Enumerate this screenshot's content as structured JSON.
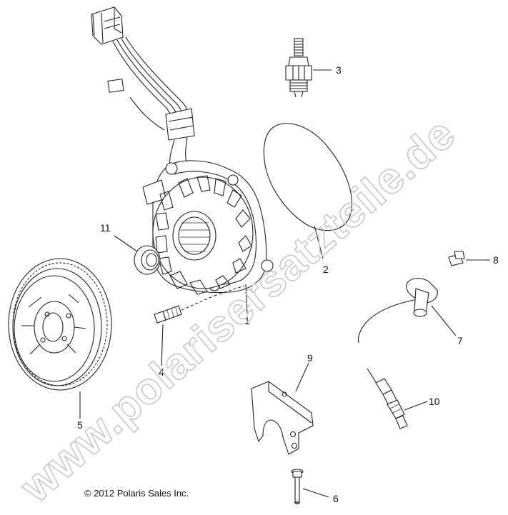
{
  "watermark": "www.polarisersatzteile.de",
  "copyright": "© 2012 Polaris Sales Inc.",
  "callouts": {
    "c1": "1",
    "c2": "2",
    "c3": "3",
    "c4": "4",
    "c5": "5",
    "c6": "6",
    "c7": "7",
    "c8": "8",
    "c9": "9",
    "c10": "10",
    "c11": "11"
  }
}
